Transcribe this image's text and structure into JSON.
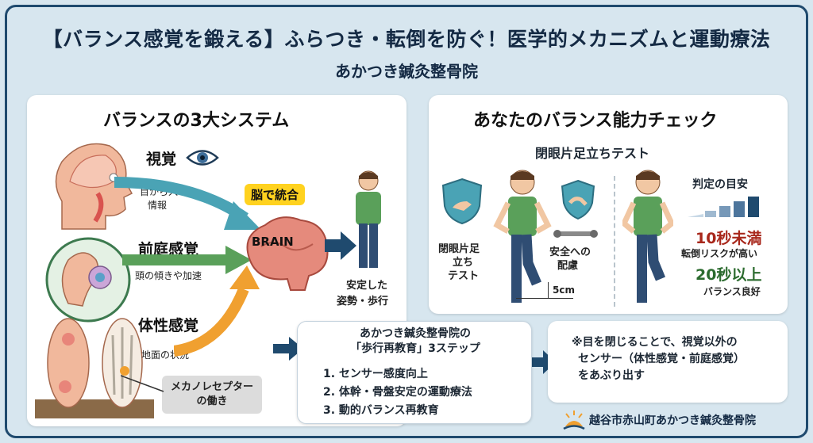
{
  "header": {
    "title": "【バランス感覚を鍛える】ふらつき・転倒を防ぐ！医学的メカニズムと運動療法",
    "clinic": "あかつき鍼灸整骨院"
  },
  "systems": {
    "title": "バランスの3大システム",
    "vision_label": "視覚",
    "vision_desc_1": "目から入る",
    "vision_desc_2": "情報",
    "vestibular_label": "前庭感覚",
    "vestibular_desc": "頭の傾きや加速",
    "somatic_label": "体性感覚",
    "somatic_desc": "地面の状況",
    "mechano_1": "メカノレセプター",
    "mechano_2": "の働き",
    "integrate": "脳で統合",
    "brain": "BRAIN",
    "result_1": "安定した",
    "result_2": "姿勢・歩行"
  },
  "check": {
    "title": "あなたのバランス能力チェック",
    "test_name": "閉眼片足立ちテスト",
    "test_lbl_1": "閉眼片足",
    "test_lbl_2": "立ち",
    "test_lbl_3": "テスト",
    "safety_1": "安全への",
    "safety_2": "配慮",
    "height": "5cm",
    "criteria": "判定の目安",
    "under10": "10秒未満",
    "under10_desc": "転倒リスクが高い",
    "over20": "20秒以上",
    "over20_desc": "バランス良好"
  },
  "steps": {
    "title_1": "あかつき鍼灸整骨院の",
    "title_2": "「歩行再教育」3ステップ",
    "items": [
      "1. センサー感度向上",
      "2. 体幹・骨盤安定の運動療法",
      "3. 動的バランス再教育"
    ]
  },
  "note": {
    "line1": "※目を閉じることで、視覚以外の",
    "line2": "センサー（体性感覚・前庭感覚）",
    "line3": "をあぶり出す"
  },
  "footer": {
    "brand": "越谷市赤山町あかつき鍼灸整骨院"
  },
  "colors": {
    "navy": "#1f4a6e",
    "accent_yellow": "#ffd21f",
    "teal": "#4aa3b5",
    "green": "#5aa05a",
    "orange": "#f0a030"
  }
}
